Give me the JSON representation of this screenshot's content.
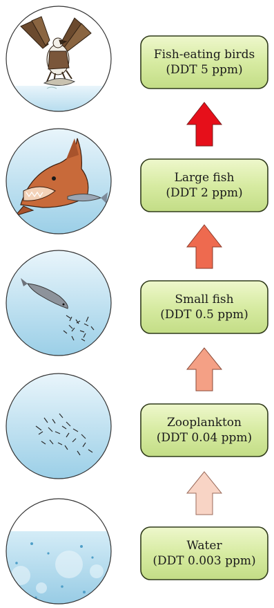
{
  "title": "",
  "stages": [
    {
      "id": "fish-eating-birds",
      "organism": "Fish-eating birds",
      "ddt_text": "(DDT 5 ppm)",
      "ddt_ppm": 5,
      "image": "bird-eating-fish-illustration",
      "arrow_color": ""
    },
    {
      "id": "large-fish",
      "organism": "Large fish",
      "ddt_text": "(DDT 2 ppm)",
      "ddt_ppm": 2,
      "image": "large-fish-illustration",
      "arrow_color": "#e60f1a"
    },
    {
      "id": "small-fish",
      "organism": "Small fish",
      "ddt_text": "(DDT 0.5 ppm)",
      "ddt_ppm": 0.5,
      "image": "small-fish-illustration",
      "arrow_color": "#ee6a4f"
    },
    {
      "id": "zooplankton",
      "organism": "Zooplankton",
      "ddt_text": "(DDT 0.04 ppm)",
      "ddt_ppm": 0.04,
      "image": "zooplankton-illustration",
      "arrow_color": "#f4a085"
    },
    {
      "id": "water",
      "organism": "Water",
      "ddt_text": "(DDT 0.003 ppm)",
      "ddt_ppm": 0.003,
      "image": "water-bubbles-illustration",
      "arrow_color": "#f8d4c5"
    }
  ],
  "colors": {
    "box_fill": "#d7eba2",
    "box_border": "#2f3a1a",
    "circle_border": "#333333",
    "water_light": "#e9f5fb",
    "water_dark": "#97cde6"
  }
}
